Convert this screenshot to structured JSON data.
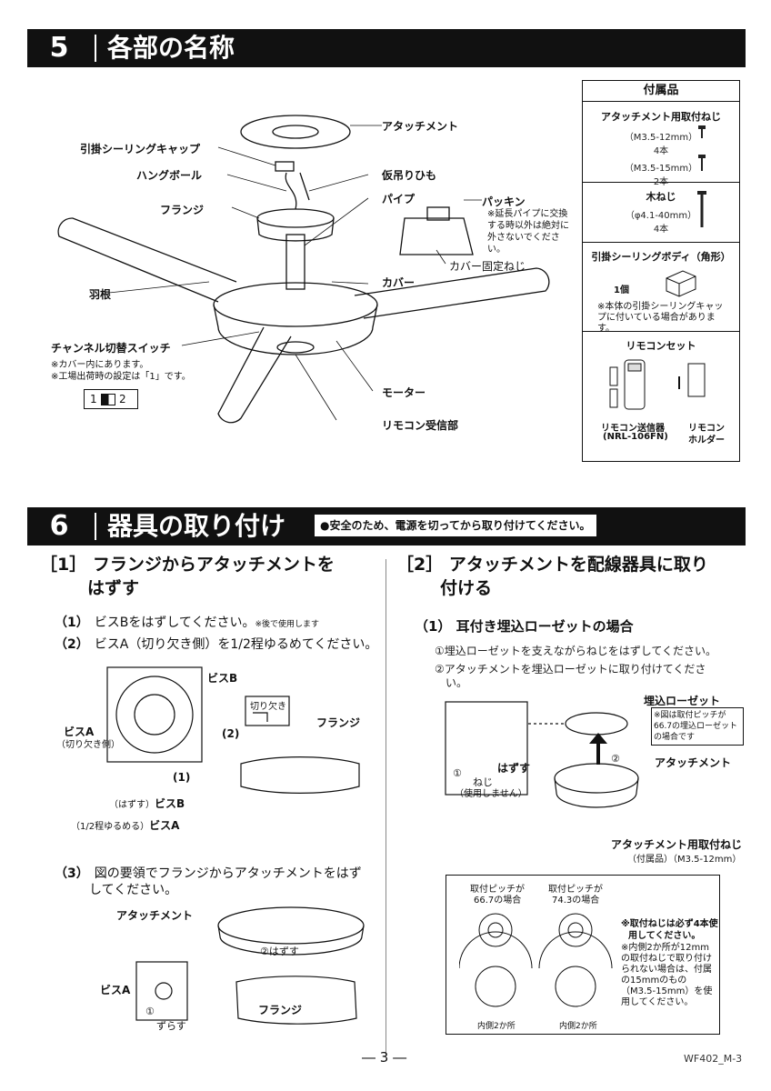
{
  "section5": {
    "number": "5",
    "title": "各部の名称"
  },
  "section6": {
    "number": "6",
    "title": "器具の取り付け",
    "warning": "●安全のため、電源を切ってから取り付けてください。"
  },
  "parts": {
    "attachment": "アタッチメント",
    "ceiling_cap": "引掛シーリングキャップ",
    "hang_ball": "ハングボール",
    "temp_string": "仮吊りひも",
    "flange": "フランジ",
    "pipe": "パイプ",
    "packing": "パッキン",
    "packing_note": "※延長パイプに交換する時以外は絶対に外さないでください。",
    "cover_screw": "カバー固定ねじ",
    "blade": "羽根",
    "cover": "カバー",
    "channel_switch": "チャンネル切替スイッチ",
    "channel_note1": "※カバー内にあります。",
    "channel_note2": "※工場出荷時の設定は「1」です。",
    "switch_left": "1",
    "switch_right": "2",
    "motor": "モーター",
    "receiver": "リモコン受信部"
  },
  "accessories": {
    "title": "付属品",
    "screw_title": "アタッチメント用取付ねじ",
    "screw1_spec": "（M3.5-12mm）",
    "screw1_qty": "4本",
    "screw2_spec": "（M3.5-15mm）",
    "screw2_qty": "2本",
    "wood_title": "木ねじ",
    "wood_spec": "（φ4.1-40mm）",
    "wood_qty": "4本",
    "body_title": "引掛シーリングボディ（角形）",
    "body_qty": "1個",
    "body_note": "※本体の引掛シーリングキャップに付いている場合があります。",
    "remote_title": "リモコンセット",
    "remote_label": "リモコン送信器",
    "remote_model": "(NRL-106FN)",
    "holder_label1": "リモコン",
    "holder_label2": "ホルダー"
  },
  "step1": {
    "heading1": "［1］ フランジからアタッチメントを",
    "heading2": "はずす",
    "s1_num": "（1）",
    "s1_text": "ビスBをはずしてください。",
    "s1_small": "※後で使用します",
    "s2_num": "（2）",
    "s2_text": "ビスA（切り欠き側）を1/2程ゆるめてください。",
    "fig_bisB": "ビスB",
    "fig_bisA": "ビスA",
    "fig_bisA_sub": "（切り欠き側）",
    "fig_notch": "切り欠き",
    "fig_flange": "フランジ",
    "fig_2": "(2)",
    "fig_1": "(1)",
    "fig_remove_b_pre": "（はずす）",
    "fig_remove_b": "ビスB",
    "fig_loosen_a_pre": "（1/2程ゆるめる）",
    "fig_loosen_a": "ビスA",
    "s3_num": "（3）",
    "s3_text1": "図の要領でフランジからアタッチメントをはず",
    "s3_text2": "してください。",
    "fig3_attachment": "アタッチメント",
    "fig3_remove": "②はずす",
    "fig3_bisA": "ビスA",
    "fig3_slide_num": "①",
    "fig3_slide": "ずらす",
    "fig3_flange": "フランジ"
  },
  "step2": {
    "heading1": "［2］ アタッチメントを配線器具に取り",
    "heading2": "付ける",
    "sub": "（1） 耳付き埋込ローゼットの場合",
    "note1": "①埋込ローゼットを支えながらねじをはずしてください。",
    "note2a": "②アタッチメントを埋込ローゼットに取り付けてくださ",
    "note2b": "い。",
    "fig_rosette": "埋込ローゼット",
    "fig_rosette_note": "※図は取付ピッチが66.7の埋込ローゼットの場合です",
    "fig_attachment": "アタッチメント",
    "fig_remove": "はずす",
    "fig_circle1": "①",
    "fig_circle2": "②",
    "fig_screw": "ねじ",
    "fig_screw_note": "（使用しません）",
    "fig_attach_screw": "アタッチメント用取付ねじ",
    "fig_attach_screw_sub": "（付属品）（M3.5-12mm）",
    "pitch1a": "取付ピッチが",
    "pitch1b": "66.7の場合",
    "pitch2a": "取付ピッチが",
    "pitch2b": "74.3の場合",
    "pitch_note1a": "※取付ねじは必ず4本使",
    "pitch_note1b": "用してください。",
    "pitch_note2": "※内側2か所が12mmの取付ねじで取り付けられない場合は、付属の15mmのもの（M3.5-15mm）を使用してください。",
    "inner1": "内側2か所",
    "inner2": "内側2か所"
  },
  "footer": {
    "page": "― 3 ―",
    "code": "WF402_M-3"
  }
}
